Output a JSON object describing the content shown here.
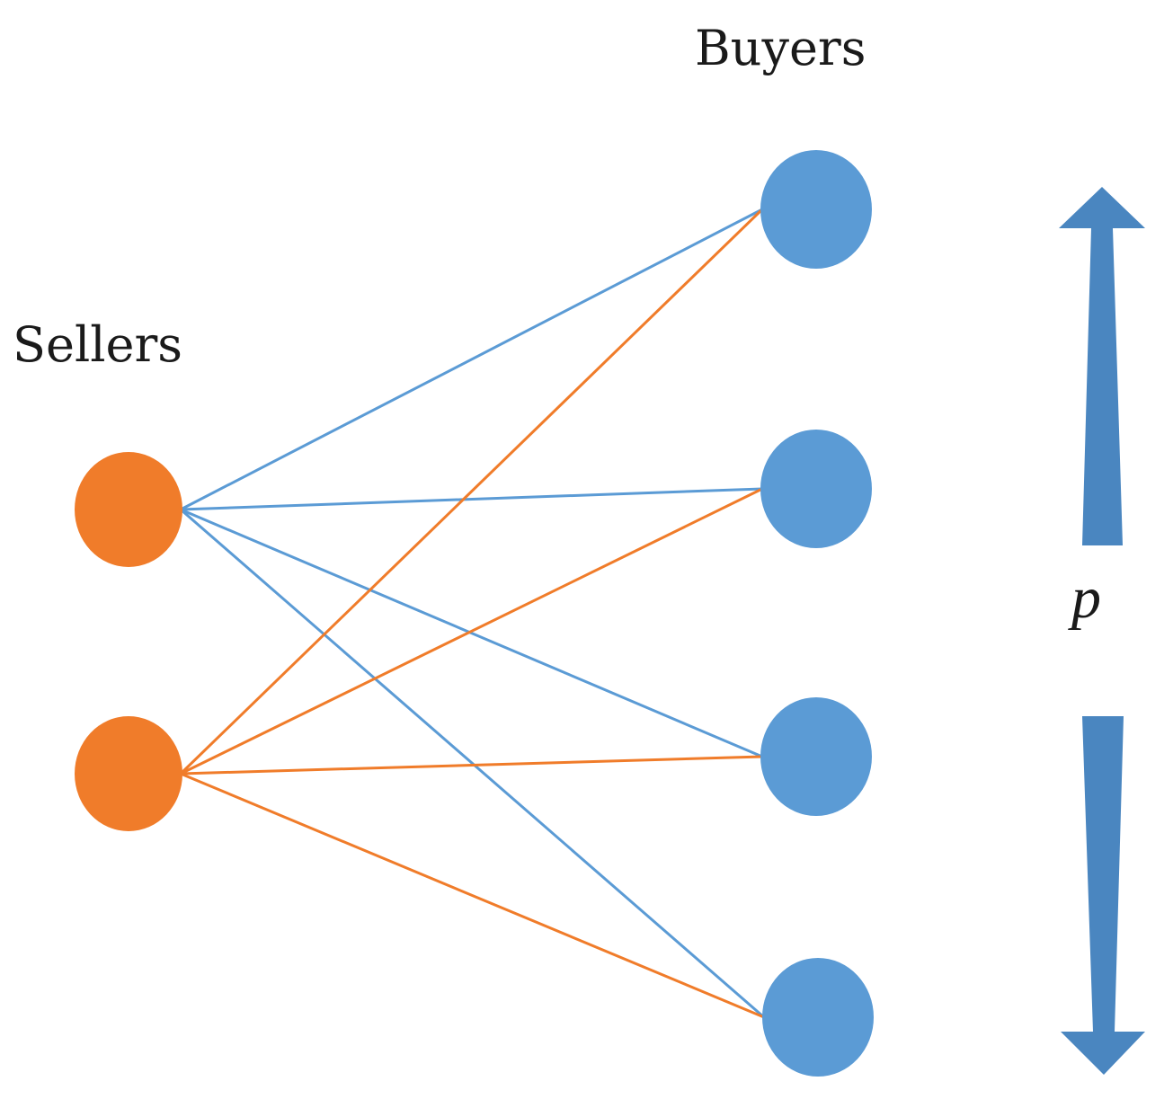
{
  "labels": {
    "sellers": "Sellers",
    "buyers": "Buyers",
    "axis": "p"
  },
  "colors": {
    "seller": "#F07C2A",
    "buyer": "#5B9BD5",
    "arrow": "#4A86C0"
  },
  "nodes": {
    "sellers": [
      "seller-1",
      "seller-2"
    ],
    "buyers": [
      "buyer-1",
      "buyer-2",
      "buyer-3",
      "buyer-4"
    ]
  },
  "edges": [
    {
      "from": "seller-1",
      "to": "buyer-1",
      "color": "blue"
    },
    {
      "from": "seller-1",
      "to": "buyer-2",
      "color": "blue"
    },
    {
      "from": "seller-1",
      "to": "buyer-3",
      "color": "blue"
    },
    {
      "from": "seller-1",
      "to": "buyer-4",
      "color": "blue"
    },
    {
      "from": "seller-2",
      "to": "buyer-1",
      "color": "orange"
    },
    {
      "from": "seller-2",
      "to": "buyer-2",
      "color": "orange"
    },
    {
      "from": "seller-2",
      "to": "buyer-3",
      "color": "orange"
    },
    {
      "from": "seller-2",
      "to": "buyer-4",
      "color": "orange"
    }
  ]
}
